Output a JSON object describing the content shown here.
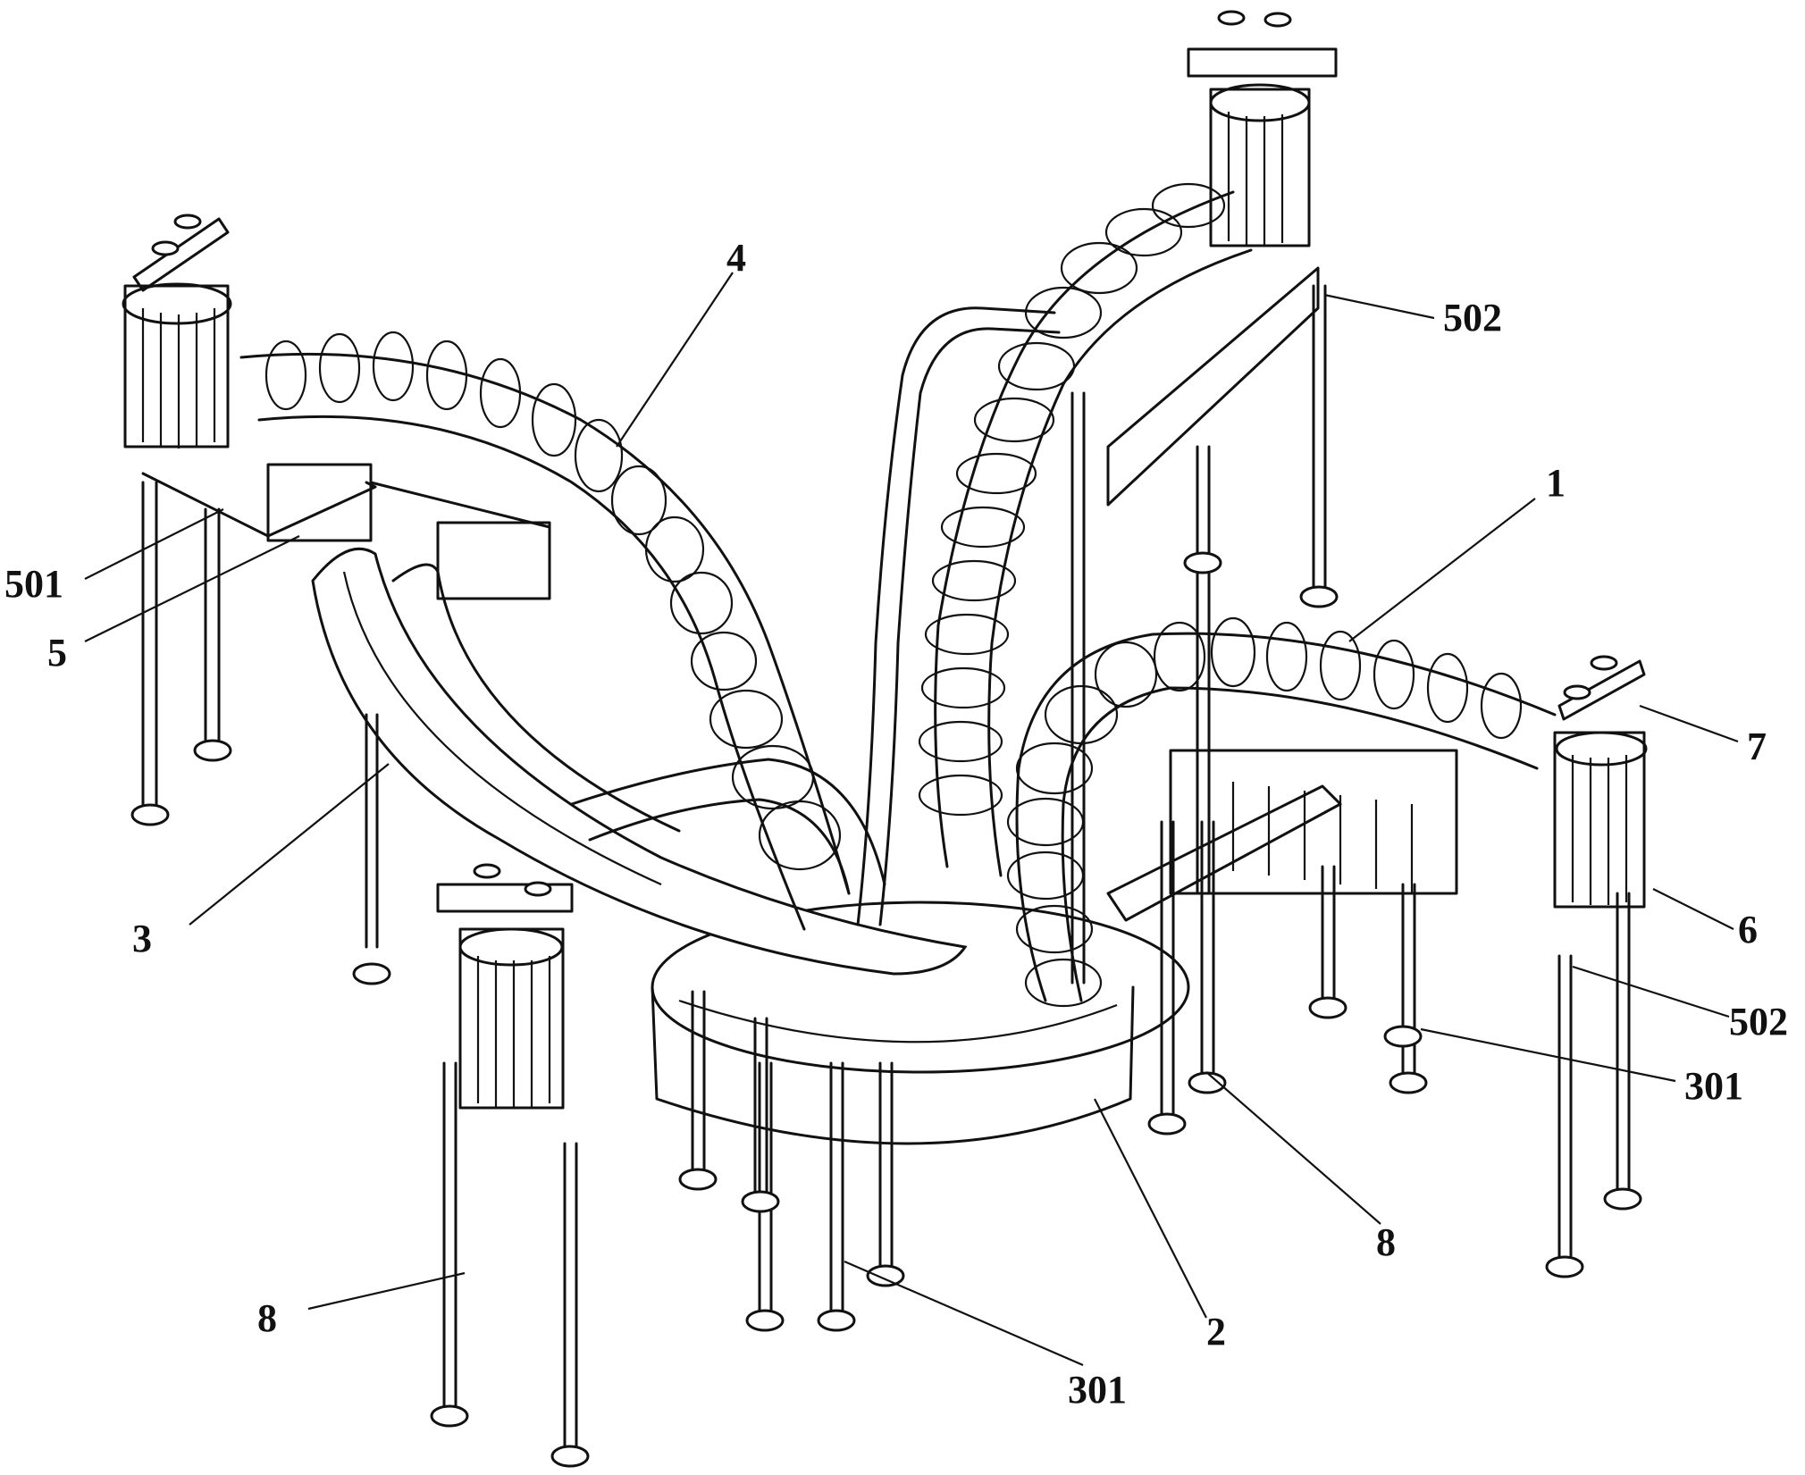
{
  "labels": {
    "l1": "1",
    "l2": "2",
    "l3": "3",
    "l4": "4",
    "l5": "5",
    "l6": "6",
    "l7": "7",
    "l8_left": "8",
    "l8_right": "8",
    "l301_bottom": "301",
    "l301_right": "301",
    "l501": "501",
    "l502_top": "502",
    "l502_right": "502"
  }
}
